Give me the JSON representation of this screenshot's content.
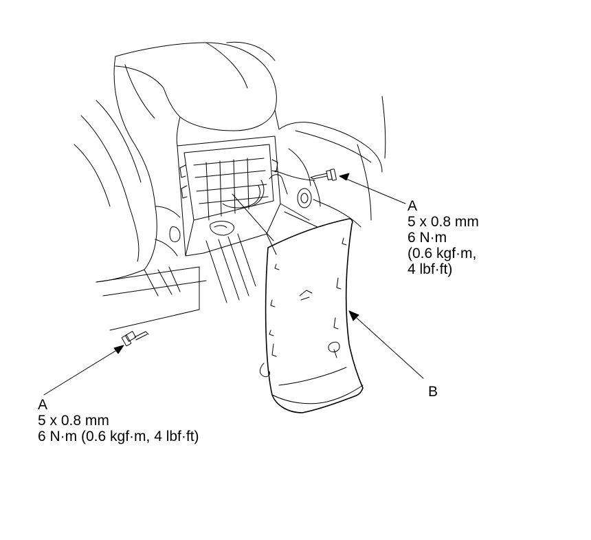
{
  "colors": {
    "line": "#000000",
    "faint_line": "#555555",
    "background": "#ffffff"
  },
  "callouts": {
    "right": {
      "letter": "A",
      "size": "5 x 0.8 mm",
      "torque_1": "6 N·m",
      "torque_2": "(0.6 kgf·m,",
      "torque_3": "4 lbf·ft)"
    },
    "left": {
      "letter": "A",
      "size": "5 x 0.8 mm",
      "torque": "6 N·m (0.6 kgf·m, 4 lbf·ft)"
    },
    "b": {
      "letter": "B"
    }
  },
  "icons": [
    "bolt-icon",
    "bolt-icon"
  ]
}
